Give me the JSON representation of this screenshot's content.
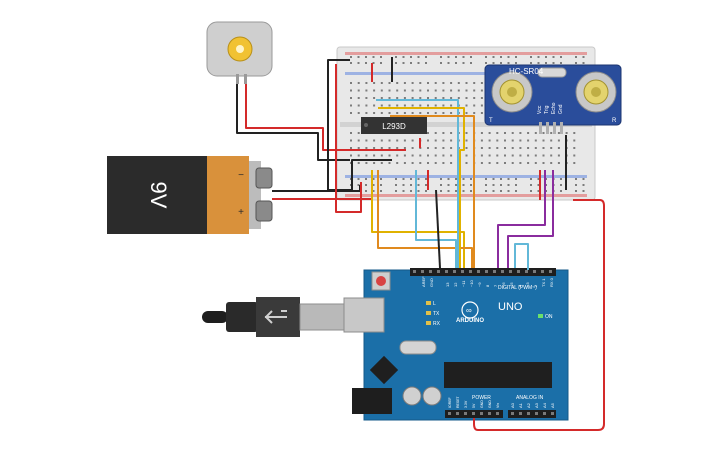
{
  "battery": {
    "voltage_label": "9V",
    "minus_sign": "−",
    "plus_sign": "+"
  },
  "driver_chip": {
    "label": "L293D"
  },
  "sensor": {
    "model": "HC-SR04",
    "pin_labels": [
      "Vcc",
      "Trig",
      "Echo",
      "Gnd"
    ]
  },
  "arduino": {
    "brand": "ARDUINO",
    "model": "UNO",
    "digital_label": "DIGITAL (PWM~)",
    "power_label": "POWER",
    "analog_label": "ANALOG IN",
    "tx_label": "TX",
    "rx_label": "RX",
    "on_label": "ON",
    "l_label": "L",
    "aref_label": "AREF",
    "gnd_label": "GND",
    "digital_pins": [
      "13",
      "12",
      "~11",
      "~10",
      "~9",
      "8",
      "7",
      "~6",
      "~5",
      "4",
      "~3",
      "2",
      "TX 1",
      "RX 0"
    ],
    "power_pins": [
      "IOREF",
      "RESET",
      "3.3V",
      "5V",
      "GND",
      "GND",
      "Vin"
    ],
    "analog_pins": [
      "A0",
      "A1",
      "A2",
      "A3",
      "A4",
      "A5"
    ]
  },
  "colors": {
    "breadboard": "#e8e8e8",
    "arduino_board": "#1b6fa8",
    "battery_body": "#2b2b2b",
    "battery_cap": "#d9913b",
    "sensor_board": "#2a4d9b",
    "wire_red": "#d42a2a",
    "wire_black": "#222222",
    "wire_yellow": "#e0b200",
    "wire_orange": "#e08a1e",
    "wire_blue": "#62b8d8",
    "wire_purple": "#8a2c9e"
  }
}
